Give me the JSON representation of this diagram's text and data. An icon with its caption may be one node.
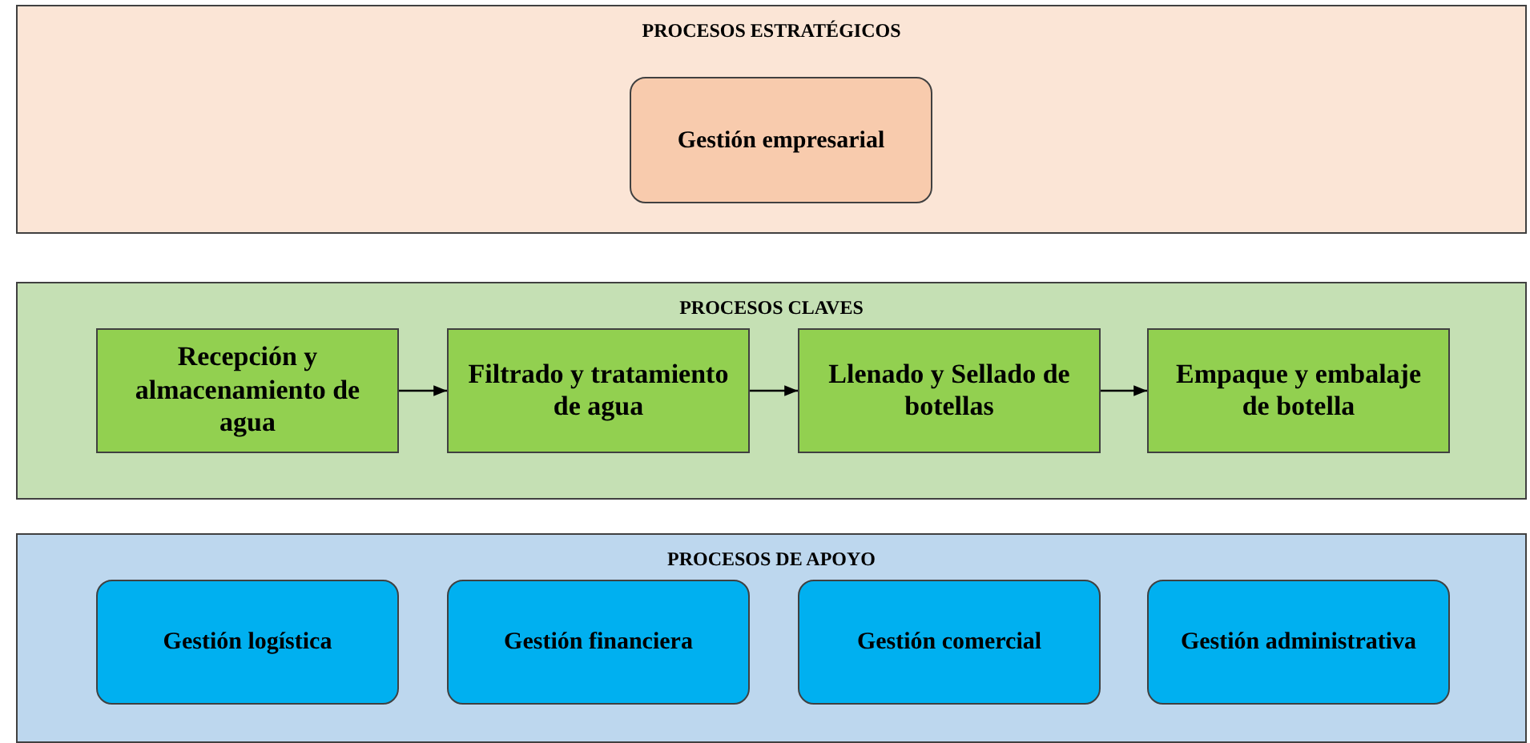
{
  "diagram": {
    "nodes": [
      {
        "text": [
          "PROCESOS ESTRATÉGICOS"
        ]
      },
      {
        "text": [
          "Gestión empresarial"
        ],
        "in": 0
      },
      {
        "text": [
          "PROCESOS CLAVES"
        ]
      },
      {
        "text": [
          "Recepción y almacenamiento de agua"
        ],
        "in": 2
      },
      {
        "text": [
          "Filtrado y tratamiento de agua"
        ],
        "in": 2
      },
      {
        "text": [
          "Llenado y Sellado de botellas"
        ],
        "in": 2
      },
      {
        "text": [
          "Empaque y embalaje de botella"
        ],
        "in": 2
      },
      {
        "text": [
          "PROCESOS DE APOYO"
        ]
      },
      {
        "text": [
          "Gestión logística"
        ],
        "in": 7
      },
      {
        "text": [
          "Gestión financiera"
        ],
        "in": 7
      },
      {
        "text": [
          "Gestión comercial"
        ],
        "in": 7
      },
      {
        "text": [
          "Gestión administrativa"
        ],
        "in": 7
      }
    ],
    "edges": [
      {
        "from": 3,
        "to": 4,
        "arrow": "to"
      },
      {
        "from": 4,
        "to": 5,
        "arrow": "to"
      },
      {
        "from": 5,
        "to": 6,
        "arrow": "to"
      }
    ]
  }
}
